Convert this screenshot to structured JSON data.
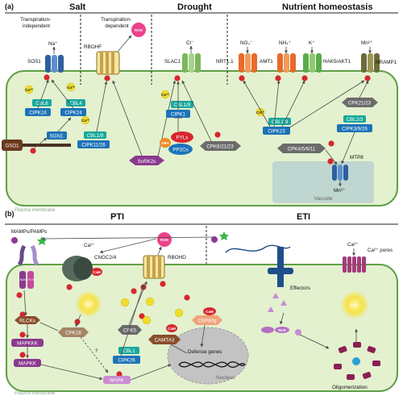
{
  "panel_a": {
    "label": "(a)",
    "sections": {
      "salt": "Salt",
      "drought": "Drought",
      "nutrient": "Nutrient homeostasis"
    },
    "sub_independent": [
      "Transpiration-",
      "independent"
    ],
    "sub_dependent": [
      "Transpiration-",
      "dependent"
    ],
    "channels": {
      "sos1": "SOS1",
      "rbohf": "RBOHF",
      "slac1": "SLAC1",
      "nrt11": "NRT1.1",
      "amt1": "AMT1",
      "hak5": "HAK5/AKT1",
      "nramp1": "NRAMP1",
      "mtp8": "MTP8"
    },
    "ions": {
      "na": "Na⁺",
      "cl": "Cl⁻",
      "no3": "NO₃⁻",
      "nh4": "NH₄⁺",
      "k": "K⁺",
      "mn_top": "Mn²⁺",
      "mn_vac": "Mn²⁺",
      "ros": "ROS",
      "ca": "Ca²⁺"
    },
    "proteins": {
      "cbl8": "CBL8",
      "cipk24a": "CIPK24",
      "cbl4": "CBL4",
      "cipk24b": "CIPK24",
      "sgn1": "SGN1",
      "gso1": "GSO1",
      "cbl19a": "CBL1/9",
      "cipk1126": "CIPK11/26",
      "snrk2s": "SnRK2s",
      "cbl19b": "CBL1/9",
      "cipk1": "CIPK1",
      "aba": "ABA",
      "pyls": "PYLs",
      "pp2cs": "PP2Cs",
      "cpk62123": "CPK6/21/23",
      "cbl19c": "CBL1/9",
      "cipk23": "CIPK23",
      "cpk2123": "CPK21/23",
      "cbl23": "CBL2/3",
      "cipk3926": "CIPK3/9/26",
      "cpk45611": "CPK4/5/6/11"
    },
    "vacuole": "Vacuole",
    "membrane": "Plasma membrane"
  },
  "panel_b": {
    "label": "(b)",
    "sections": {
      "pti": "PTI",
      "eti": "ETI"
    },
    "mamps": "MAMPs/PAMPs",
    "channels": {
      "cngc": "CNGC2/4",
      "rbohd": "RBOHD",
      "pores": "Ca²⁺ pores"
    },
    "proteins": {
      "rlcks": "RLCKs",
      "mapkkk": "MAPKKK",
      "mapkk": "MAPKK",
      "cpk28": "CPK28",
      "cpk5": "CPK5",
      "cbl1": "CBL1",
      "cipk26": "CIPK26",
      "camta3": "CAMTA3",
      "cbp60g": "CBP60g",
      "cam1": "CaM",
      "cam2": "CaM",
      "cam3": "CaM",
      "mapk": "MAPK"
    },
    "receptor": [
      "BAK1",
      "FLS2"
    ],
    "ros": "ROS",
    "ca": "Ca²⁺",
    "question": "?",
    "effectors": "Effectors",
    "nlr": "NLR",
    "defense": "Defense genes",
    "nucleus": "Nucleus",
    "oligo": "Oligomerization",
    "membrane": "Plasma membrane"
  },
  "colors": {
    "cell": "#e3f1cf",
    "cell_border": "#5f9f45",
    "cbl": "#17a89c",
    "cipk": "#1d73b8",
    "gray_box": "#6b6b6b",
    "cpk": "#a58466",
    "brown": "#8a4e2c",
    "phospho": "#d8262e",
    "calcium": "#f0dc2a",
    "ros": "#ea2d7e",
    "vacuole": "#b9d2d0",
    "nucleus": "#c3c3c3"
  }
}
